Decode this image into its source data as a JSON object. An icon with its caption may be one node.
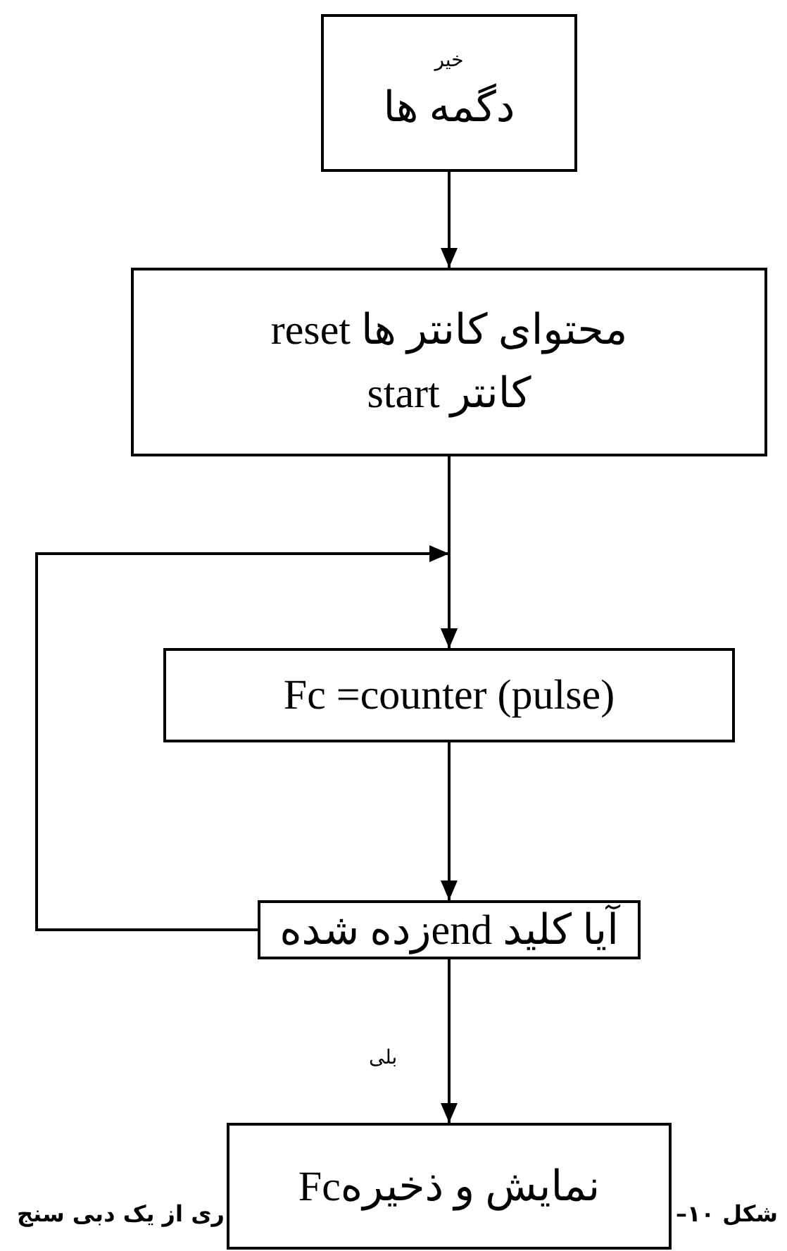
{
  "diagram": {
    "nodes": [
      {
        "text": [
          "خیر",
          "دگمه ها"
        ]
      },
      {
        "text": [
          "محتوای کانتر ها reset",
          "کانتر start"
        ]
      },
      {
        "text": [
          "Fc =counter (pulse)"
        ]
      },
      {
        "text": [
          "آیا کلید endزده شده"
        ]
      },
      {
        "text": [
          "نمایش  و ذخیرهFc"
        ]
      }
    ],
    "edges": [
      {
        "from": 0,
        "to": 1,
        "arrow": "to"
      },
      {
        "from": 1,
        "to": 2,
        "arrow": "to"
      },
      {
        "from": 3,
        "to": 2,
        "arrow": "to"
      },
      {
        "from": 2,
        "to": 3,
        "arrow": "to"
      },
      {
        "from": 3,
        "to": 4,
        "arrow": "to",
        "label": "بلی"
      }
    ],
    "labels": [
      "شکل ۱۰–",
      "ری از یک دبی سنج"
    ]
  }
}
